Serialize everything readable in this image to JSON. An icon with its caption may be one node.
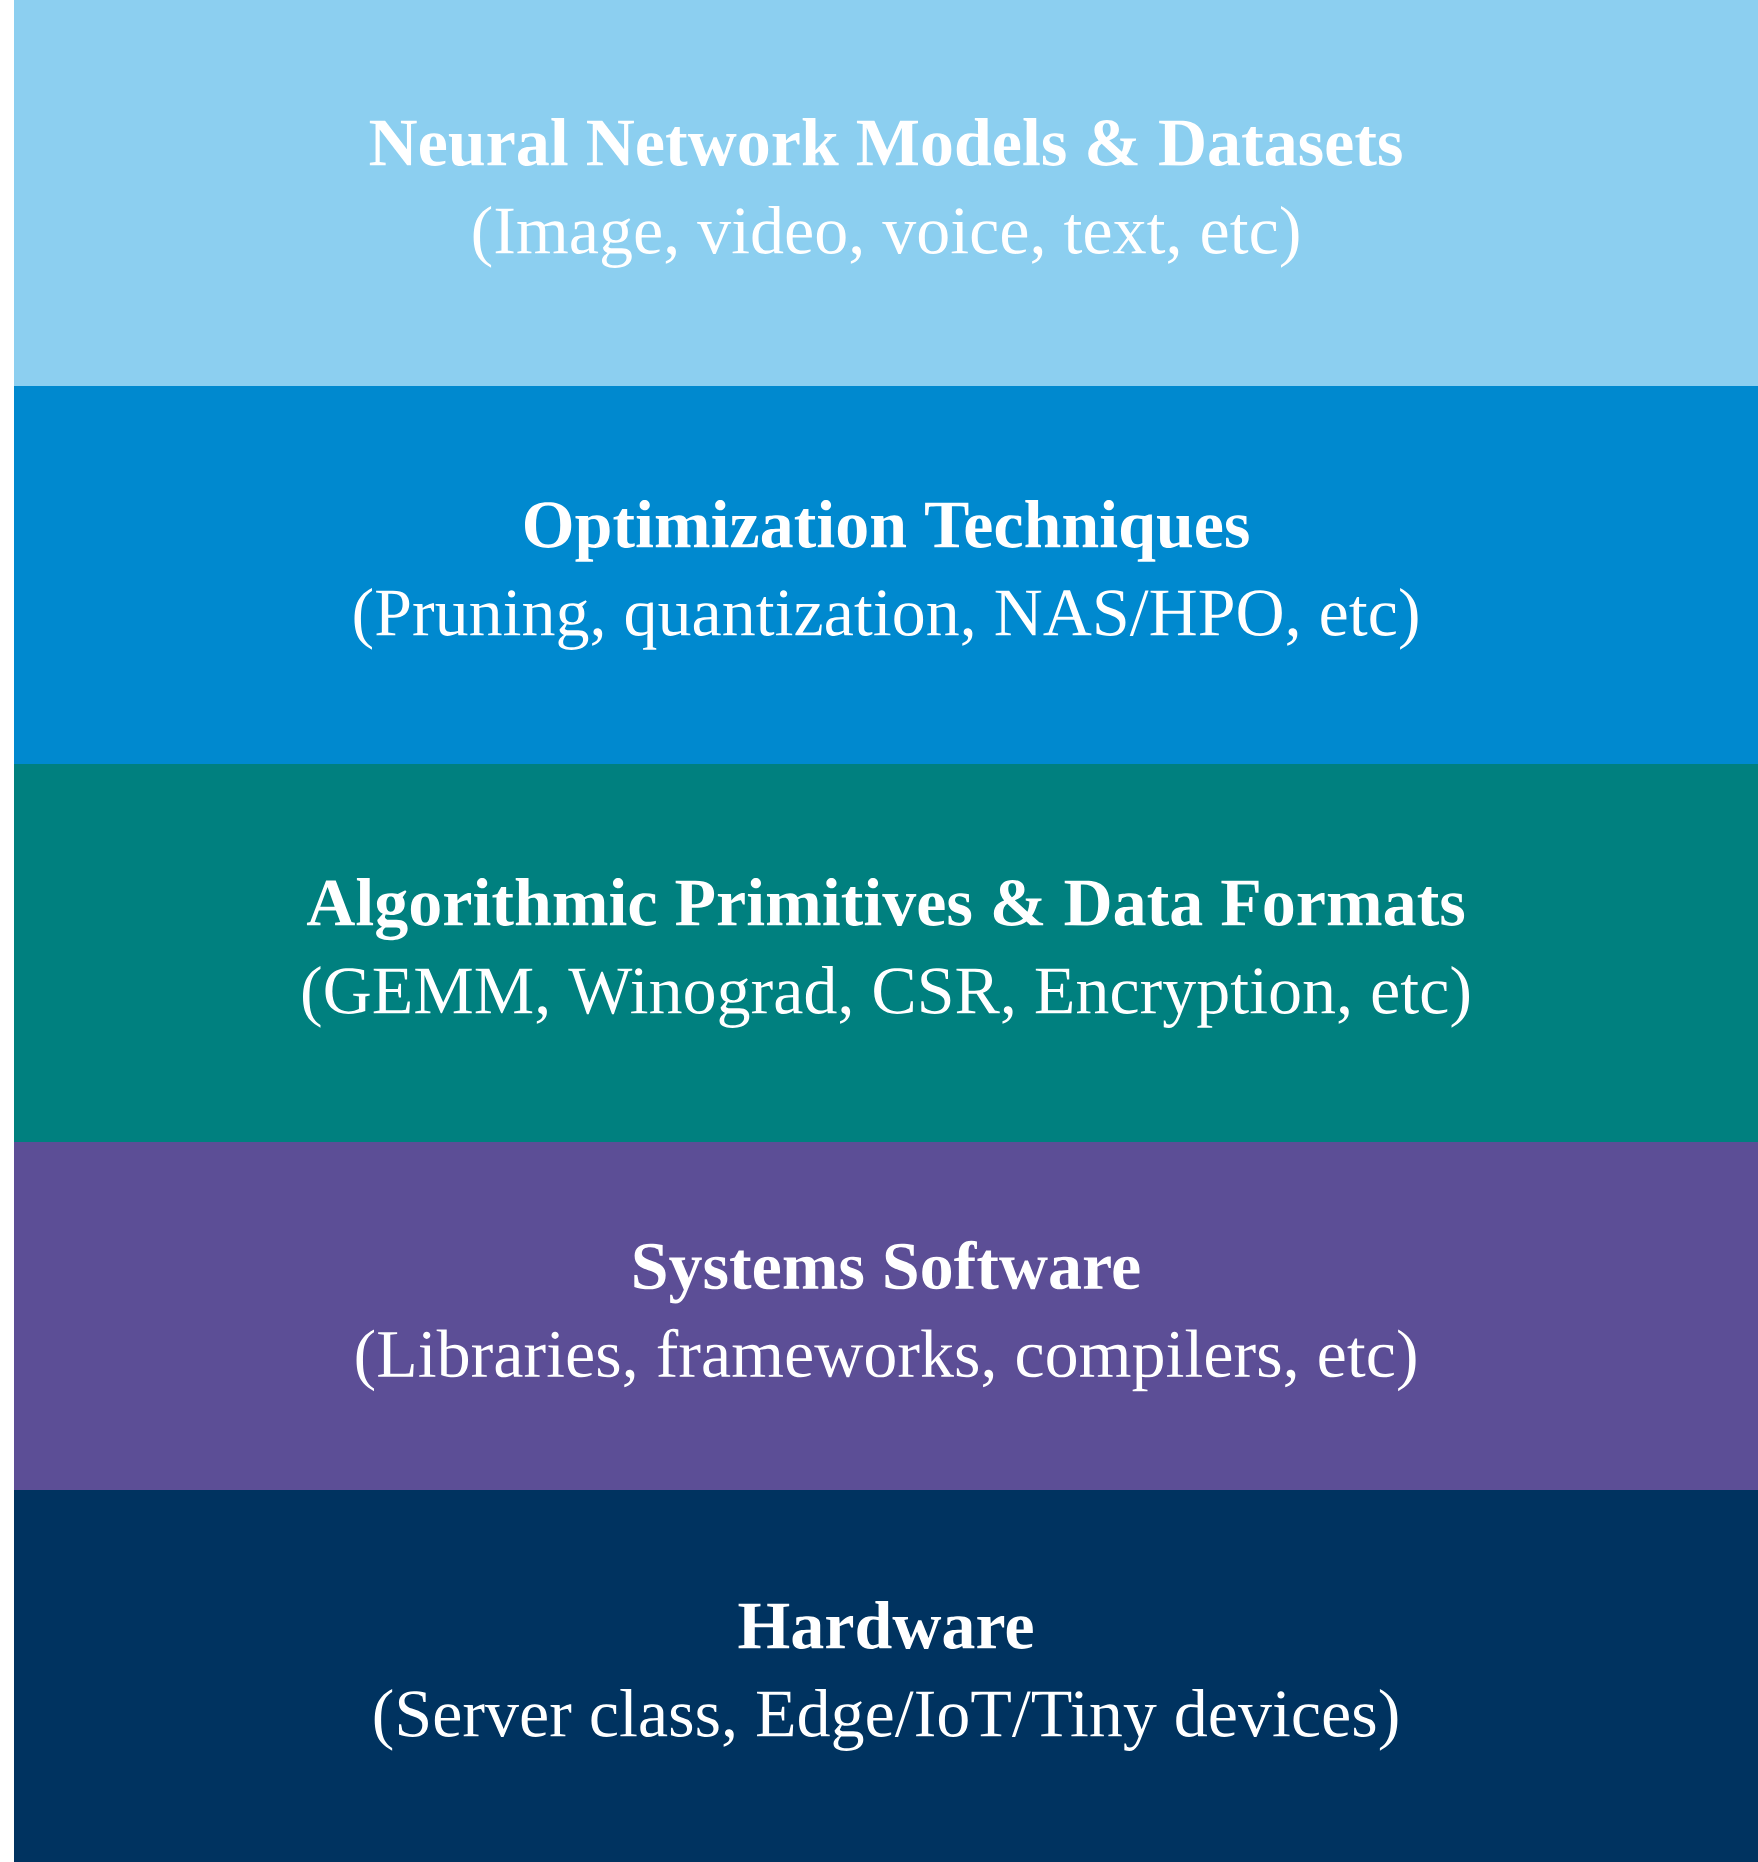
{
  "diagram": {
    "nodes": [
      {
        "text": [
          "Neural Network Models & Datasets",
          "(Image, video, voice, text, etc)"
        ]
      },
      {
        "text": [
          "Optimization Techniques",
          "(Pruning, quantization, NAS/HPO, etc)"
        ]
      },
      {
        "text": [
          "Algorithmic Primitives & Data Formats",
          "(GEMM, Winograd, CSR, Encryption, etc)"
        ]
      },
      {
        "text": [
          "Systems Software",
          "(Libraries, frameworks, compilers, etc)"
        ]
      },
      {
        "text": [
          "Hardware",
          "(Server class, Edge/IoT/Tiny devices)"
        ]
      }
    ]
  }
}
